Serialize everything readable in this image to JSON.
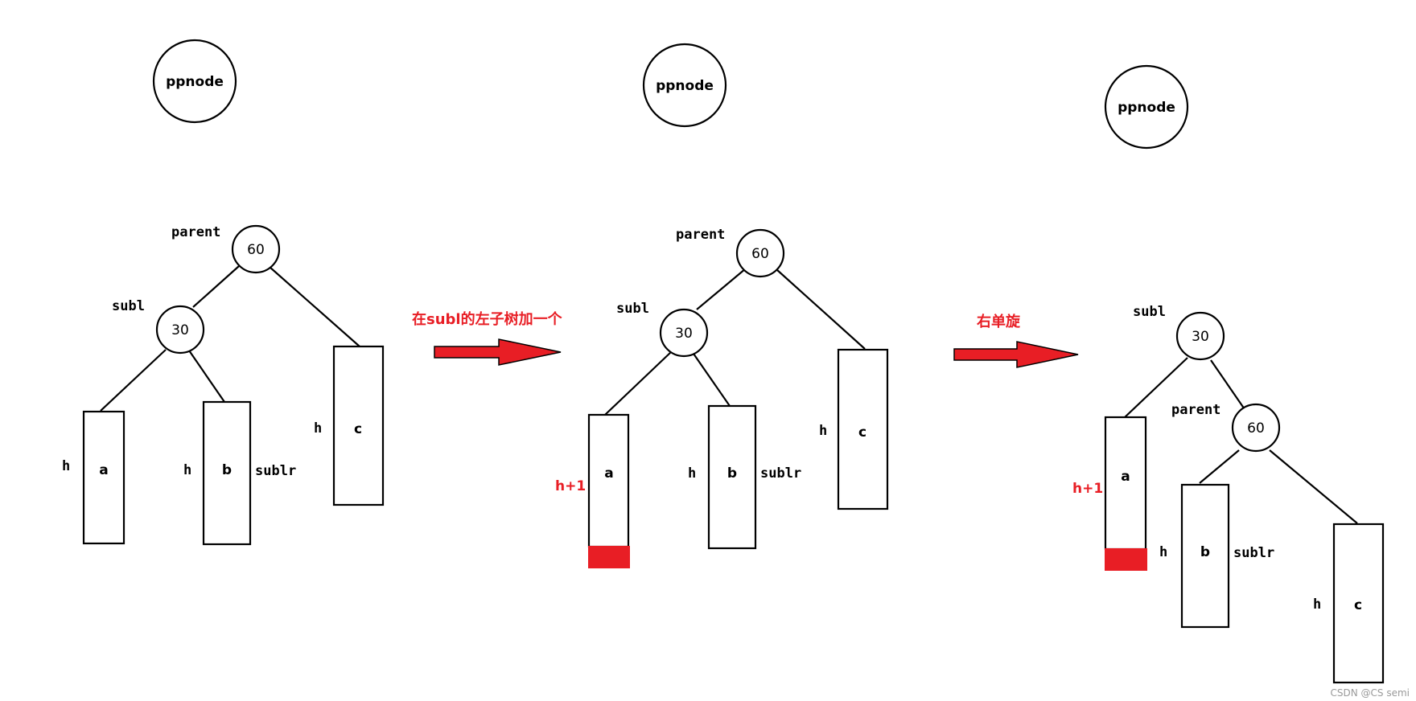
{
  "colors": {
    "accent": "#e81e25",
    "stroke": "#000000",
    "background": "#ffffff"
  },
  "panels": [
    {
      "ppnode": "ppnode",
      "parent_label": "parent",
      "parent_value": "60",
      "subl_label": "subl",
      "subl_value": "30",
      "a_height": "h",
      "a_label": "a",
      "b_height": "h",
      "b_label": "b",
      "sublr_label": "sublr",
      "c_height": "h",
      "c_label": "c"
    },
    {
      "ppnode": "ppnode",
      "parent_label": "parent",
      "parent_value": "60",
      "subl_label": "subl",
      "subl_value": "30",
      "a_height": "h+1",
      "a_label": "a",
      "b_height": "h",
      "b_label": "b",
      "sublr_label": "sublr",
      "c_height": "h",
      "c_label": "c"
    },
    {
      "ppnode": "ppnode",
      "subl_label": "subl",
      "subl_value": "30",
      "parent_label": "parent",
      "parent_value": "60",
      "a_height": "h+1",
      "a_label": "a",
      "b_height": "h",
      "b_label": "b",
      "sublr_label": "sublr",
      "c_height": "h",
      "c_label": "c"
    }
  ],
  "steps": [
    {
      "caption": "在subl的左子树加一个"
    },
    {
      "caption": "右单旋"
    }
  ],
  "watermark": "CSDN @CS semi"
}
